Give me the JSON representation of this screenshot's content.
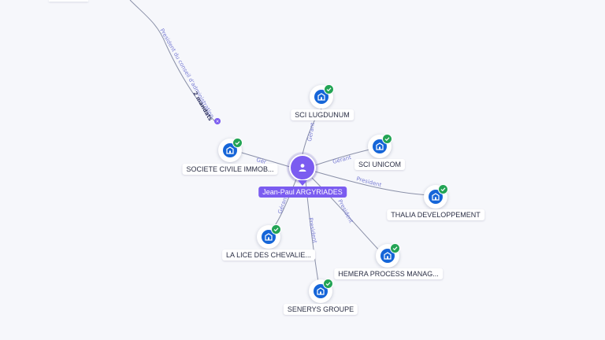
{
  "colors": {
    "company_node": "#1565d8",
    "verified_badge": "#23a455",
    "person_node": "#7b5cf0",
    "edge": "#8a90a8",
    "edge_label": "#7a7ed4"
  },
  "person": {
    "name": "Jean-Paul ARGYRIADES",
    "icon": "person-icon"
  },
  "companies": [
    {
      "id": "sci-lugdunum",
      "name": "SCI LUGDUNUM",
      "icon": "building-icon",
      "verified": true
    },
    {
      "id": "sci-unicom",
      "name": "SCI UNICOM",
      "icon": "building-icon",
      "verified": true
    },
    {
      "id": "thalia",
      "name": "THALIA DEVELOPPEMENT",
      "icon": "building-icon",
      "verified": true
    },
    {
      "id": "hemera",
      "name": "HEMERA PROCESS MANAG...",
      "icon": "building-icon",
      "verified": true
    },
    {
      "id": "senerys",
      "name": "SENERYS GROUPE",
      "icon": "building-icon",
      "verified": true
    },
    {
      "id": "lice",
      "name": "LA LICE DES CHEVALIE...",
      "icon": "building-icon",
      "verified": true
    },
    {
      "id": "societe-civile",
      "name": "SOCIETE CIVILE IMMOB...",
      "icon": "building-icon",
      "verified": true
    }
  ],
  "edges": [
    {
      "id": "top",
      "label": "President du conseil d'administration",
      "mandates": "2 mandats"
    },
    {
      "id": "lugdunum",
      "label": "Gérant"
    },
    {
      "id": "unicom",
      "label": "Gérant"
    },
    {
      "id": "thalia",
      "label": "President"
    },
    {
      "id": "hemera",
      "label": "President"
    },
    {
      "id": "senerys",
      "label": "President"
    },
    {
      "id": "lice",
      "label": "Gérant"
    },
    {
      "id": "societe",
      "label": "Gér"
    }
  ]
}
